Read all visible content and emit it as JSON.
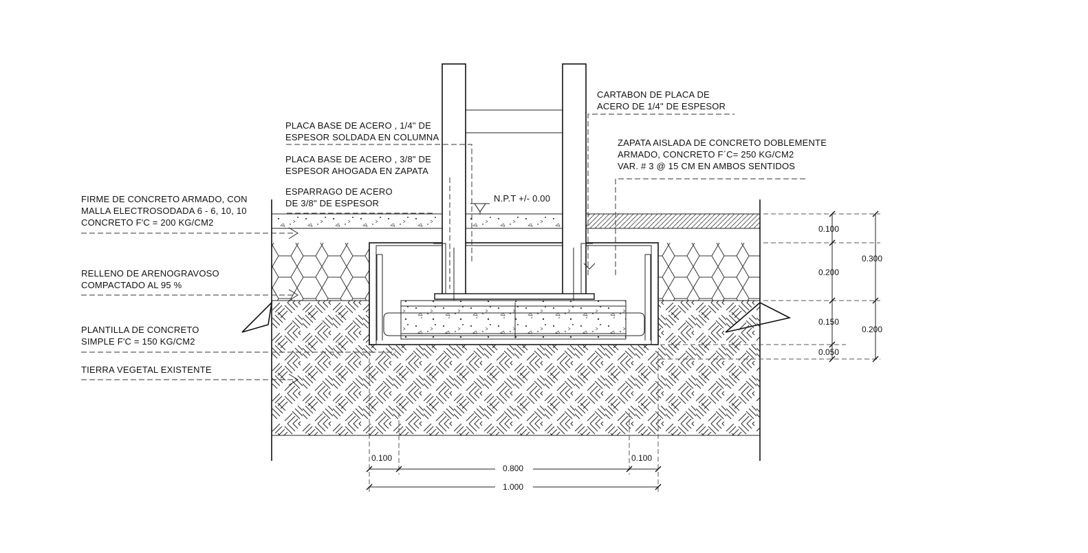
{
  "labels": {
    "cartabon": [
      "CARTABON DE PLACA DE",
      "ACERO DE 1/4\" DE ESPESOR"
    ],
    "zapata": [
      "ZAPATA AISLADA DE CONCRETO DOBLEMENTE",
      "ARMADO, CONCRETO F´C= 250 KG/CM2",
      "VAR. # 3 @ 15 CM  EN AMBOS SENTIDOS"
    ],
    "placa_base_14": [
      "PLACA BASE DE ACERO , 1/4\" DE",
      "ESPESOR SOLDADA EN COLUMNA"
    ],
    "placa_base_38": [
      "PLACA BASE DE ACERO , 3/8\" DE",
      "ESPESOR AHOGADA EN ZAPATA"
    ],
    "esparrago": [
      "ESPARRAGO DE ACERO",
      "DE 3/8\" DE ESPESOR"
    ],
    "npt": "N.P.T +/- 0.00",
    "firme": [
      "FIRME DE CONCRETO ARMADO, CON",
      "MALLA ELECTROSODADA 6 - 6, 10, 10",
      "CONCRETO F'C = 200 KG/CM2"
    ],
    "relleno": [
      "RELLENO DE ARENOGRAVOSO",
      "COMPACTADO  AL 95 %"
    ],
    "plantilla": [
      "PLANTILLA DE CONCRETO",
      "SIMPLE F'C = 150 KG/CM2"
    ],
    "tierra": "TIERRA VEGETAL EXISTENTE"
  },
  "dimensions": {
    "right_inner": [
      "0.100",
      "0.200",
      "0.150",
      "0.050"
    ],
    "right_outer": [
      "0.300",
      "0.200"
    ],
    "bottom_row1": [
      "0.100",
      "0.800",
      "0.100"
    ],
    "bottom_row2": "1.000"
  }
}
